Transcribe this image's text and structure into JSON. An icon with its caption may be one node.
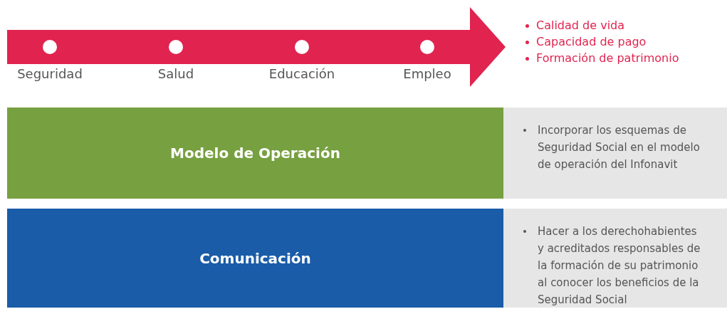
{
  "diagram": {
    "nodes": [
      {
        "text": [
          "Modelo de Operación"
        ]
      },
      {
        "text": [
          "Incorporar los esquemas de Seguridad Social en el modelo de operación del Infonavit"
        ]
      },
      {
        "text": [
          "Comunicación"
        ]
      },
      {
        "text": [
          "Hacer a los derechohabientes y acreditados responsables de la formación de su patrimonio al conocer los beneficios de la Seguridad Social"
        ]
      }
    ],
    "edges": [],
    "labels": [
      "Seguridad",
      "Salud",
      "Educación",
      "Empleo",
      "Calidad de vida",
      "Capacidad de pago",
      "Formación de patrimonio"
    ]
  }
}
